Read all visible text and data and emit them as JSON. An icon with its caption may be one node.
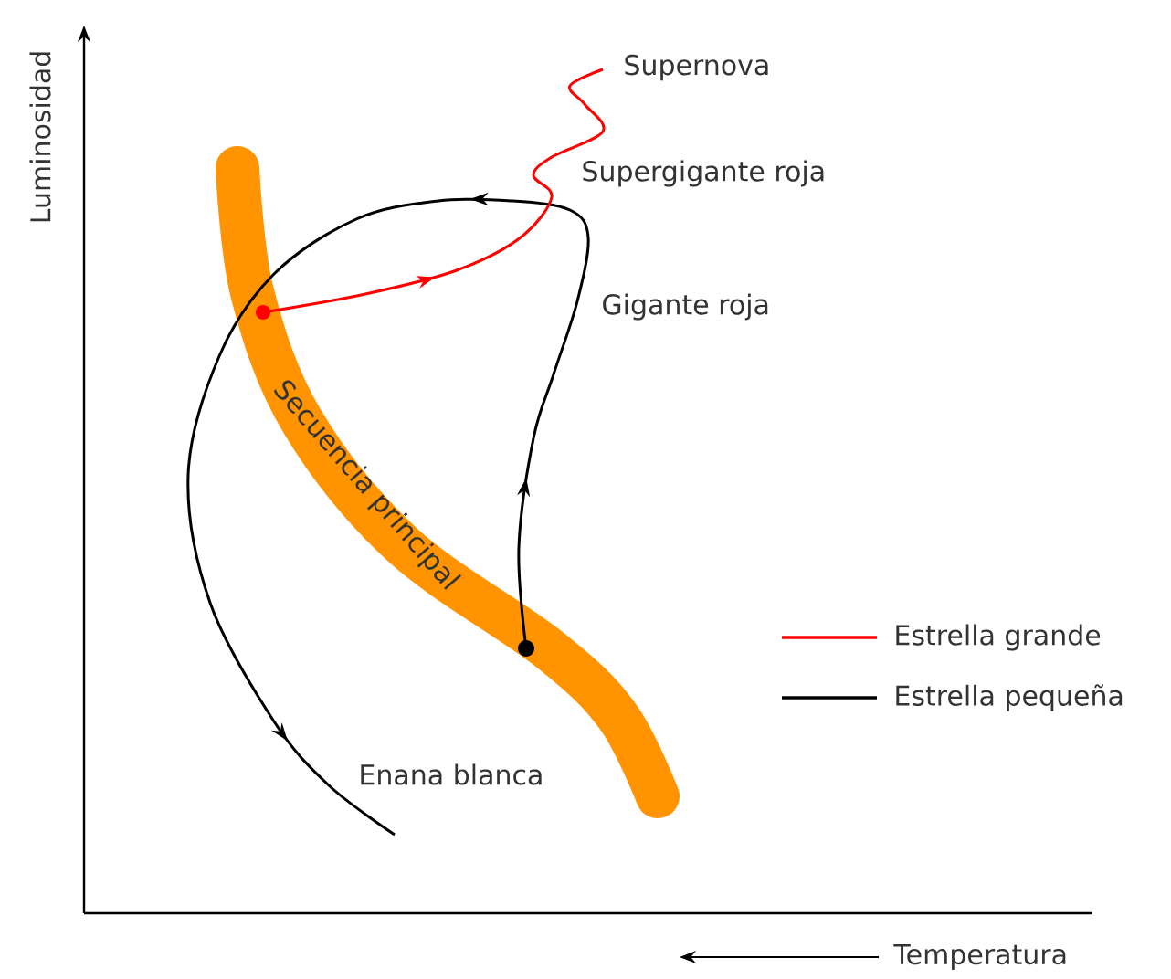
{
  "diagram": {
    "nodes": [
      {
        "text": [
          "Secuencia principal"
        ]
      }
    ],
    "labels": [
      "Luminosidad",
      "Supernova",
      "Supergigante roja",
      "Gigante roja",
      "Enana blanca",
      "Temperatura"
    ],
    "legend": [
      {
        "text": "Estrella grande"
      },
      {
        "text": "Estrella pequeña"
      }
    ]
  }
}
